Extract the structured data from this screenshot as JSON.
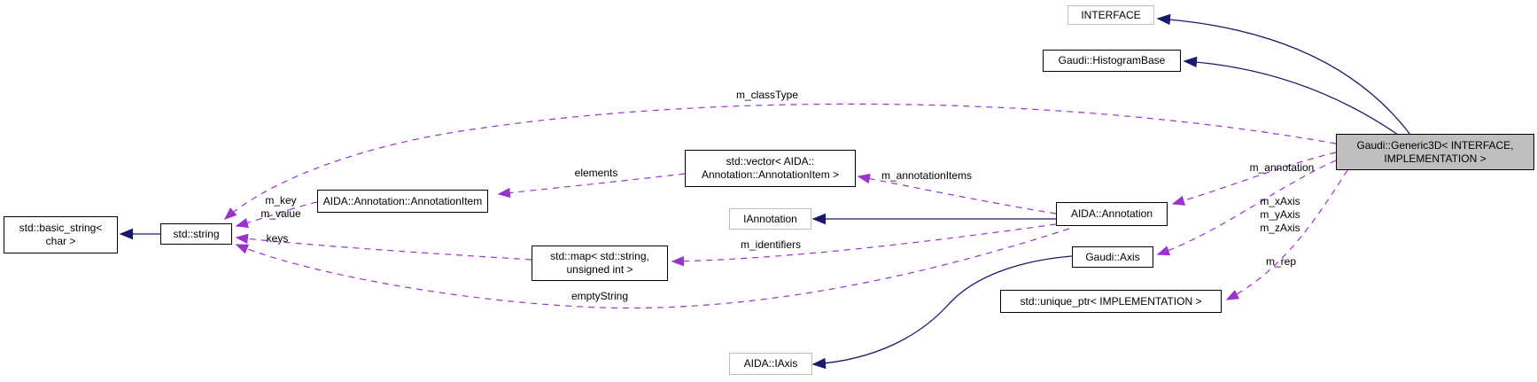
{
  "diagram": {
    "type": "class-collaboration-graph",
    "focus_class": "Gaudi::Generic3D< INTERFACE, IMPLEMENTATION >",
    "colors": {
      "inheritance_edge": "#191970",
      "usage_edge": "#9a32cd",
      "focus_node_fill": "#bfbfbf",
      "node_fill": "#ffffff",
      "node_border": "#000000",
      "external_node_border": "#bdbdbd",
      "background": "#ffffff"
    },
    "nodes": [
      {
        "id": "interface",
        "label": "INTERFACE"
      },
      {
        "id": "gaudi-histogrambase",
        "label": "Gaudi::HistogramBase"
      },
      {
        "id": "gaudi-generic3d",
        "label": "Gaudi::Generic3D< INTERFACE,\nIMPLEMENTATION >"
      },
      {
        "id": "std-vector-annotationitem",
        "label": "std::vector< AIDA::\nAnnotation::AnnotationItem >"
      },
      {
        "id": "aida-annotation-annotationitem",
        "label": "AIDA::Annotation::AnnotationItem"
      },
      {
        "id": "iannotation",
        "label": "IAnnotation"
      },
      {
        "id": "aida-annotation",
        "label": "AIDA::Annotation"
      },
      {
        "id": "std-basic-string-char",
        "label": "std::basic_string<\nchar >"
      },
      {
        "id": "std-string",
        "label": "std::string"
      },
      {
        "id": "std-map-string-unsigned-int",
        "label": "std::map< std::string,\nunsigned int >"
      },
      {
        "id": "gaudi-axis",
        "label": "Gaudi::Axis"
      },
      {
        "id": "std-unique-ptr-implementation",
        "label": "std::unique_ptr< IMPLEMENTATION >"
      },
      {
        "id": "aida-iaxis",
        "label": "AIDA::IAxis"
      }
    ],
    "edge_labels": [
      {
        "id": "m-classtype",
        "text": "m_classType"
      },
      {
        "id": "elements",
        "text": "elements"
      },
      {
        "id": "m-annotationitems",
        "text": "m_annotationItems"
      },
      {
        "id": "m-annotation",
        "text": "m_annotation"
      },
      {
        "id": "m-axes",
        "text": "m_xAxis\nm_yAxis\nm_zAxis"
      },
      {
        "id": "m-key-m-value",
        "text": "m_key\nm_value"
      },
      {
        "id": "keys",
        "text": "keys"
      },
      {
        "id": "m-identifiers",
        "text": "m_identifiers"
      },
      {
        "id": "emptystring",
        "text": "emptyString"
      },
      {
        "id": "m-rep",
        "text": "m_rep"
      }
    ]
  }
}
